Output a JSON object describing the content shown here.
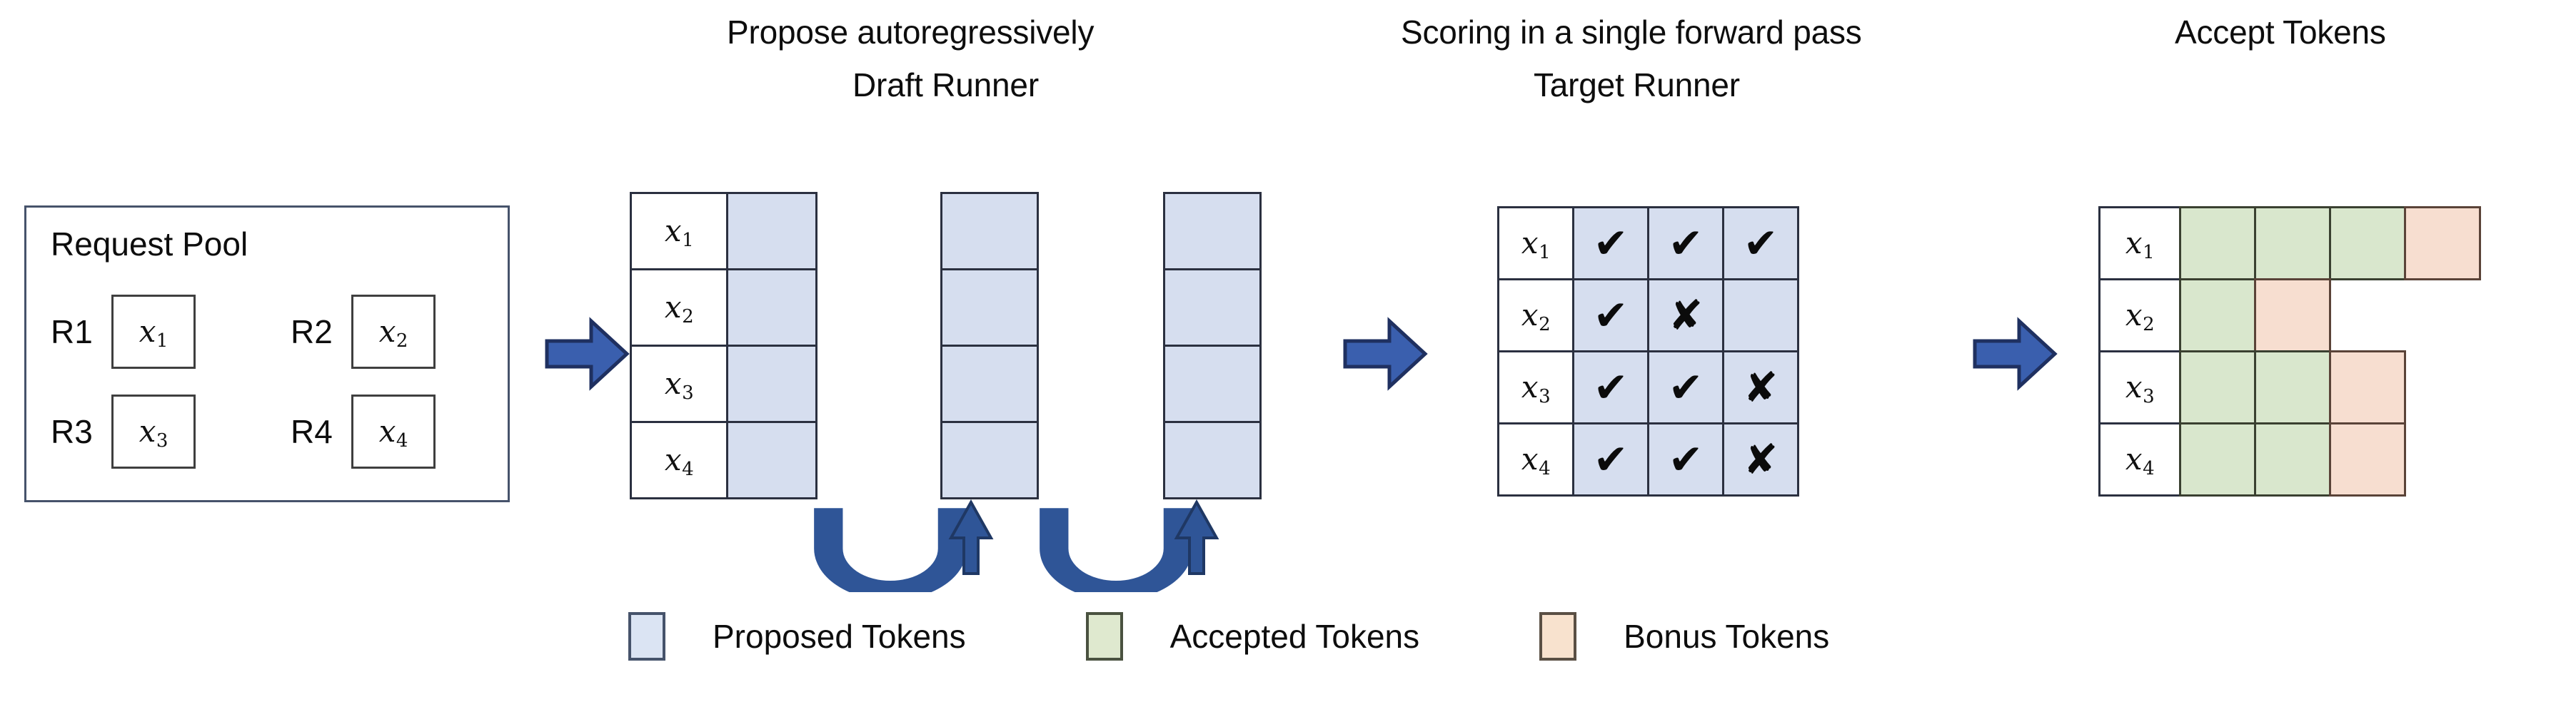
{
  "headings": {
    "propose": "Propose autoregressively",
    "draft_runner": "Draft Runner",
    "scoring": "Scoring in a single forward pass",
    "target_runner": "Target Runner",
    "accept": "Accept Tokens"
  },
  "request_pool": {
    "title": "Request Pool",
    "requests": [
      {
        "label": "R1",
        "token": "x",
        "sub": "1"
      },
      {
        "label": "R2",
        "token": "x",
        "sub": "2"
      },
      {
        "label": "R3",
        "token": "x",
        "sub": "3"
      },
      {
        "label": "R4",
        "token": "x",
        "sub": "4"
      }
    ]
  },
  "row_labels": [
    {
      "token": "x",
      "sub": "1"
    },
    {
      "token": "x",
      "sub": "2"
    },
    {
      "token": "x",
      "sub": "3"
    },
    {
      "token": "x",
      "sub": "4"
    }
  ],
  "draft_runner": {
    "steps": 3,
    "rows": 4,
    "cell_fill": "proposed",
    "loop_arrow_count": 2,
    "loop_arrow_color": "#2f5597"
  },
  "target_runner": {
    "columns": 3,
    "rows": [
      {
        "label": {
          "token": "x",
          "sub": "1"
        },
        "marks": [
          "check",
          "check",
          "check"
        ]
      },
      {
        "label": {
          "token": "x",
          "sub": "2"
        },
        "marks": [
          "check",
          "cross",
          "none"
        ]
      },
      {
        "label": {
          "token": "x",
          "sub": "3"
        },
        "marks": [
          "check",
          "check",
          "cross"
        ]
      },
      {
        "label": {
          "token": "x",
          "sub": "4"
        },
        "marks": [
          "check",
          "check",
          "cross"
        ]
      }
    ],
    "glyphs": {
      "check": "✔",
      "cross": "✘",
      "none": ""
    }
  },
  "accept_tokens": {
    "rows": [
      {
        "label": {
          "token": "x",
          "sub": "1"
        },
        "cells": [
          "accepted",
          "accepted",
          "accepted",
          "bonus"
        ]
      },
      {
        "label": {
          "token": "x",
          "sub": "2"
        },
        "cells": [
          "accepted",
          "bonus"
        ]
      },
      {
        "label": {
          "token": "x",
          "sub": "3"
        },
        "cells": [
          "accepted",
          "accepted",
          "bonus"
        ]
      },
      {
        "label": {
          "token": "x",
          "sub": "4"
        },
        "cells": [
          "accepted",
          "accepted",
          "bonus"
        ]
      }
    ]
  },
  "legend": [
    {
      "swatch": "proposed",
      "label": "Proposed Tokens"
    },
    {
      "swatch": "accepted",
      "label": "Accepted Tokens"
    },
    {
      "swatch": "bonus",
      "label": "Bonus Tokens"
    }
  ],
  "colors": {
    "proposed_fill": "#d6deef",
    "accepted_fill": "#d9e7cd",
    "bonus_fill": "#f7ded0",
    "arrow_blue": "#2f5597",
    "arrow_blue_dark": "#1f3864",
    "border_dark": "#2b3040"
  },
  "step_arrows": {
    "count": 3,
    "glyph": "right-arrow"
  }
}
